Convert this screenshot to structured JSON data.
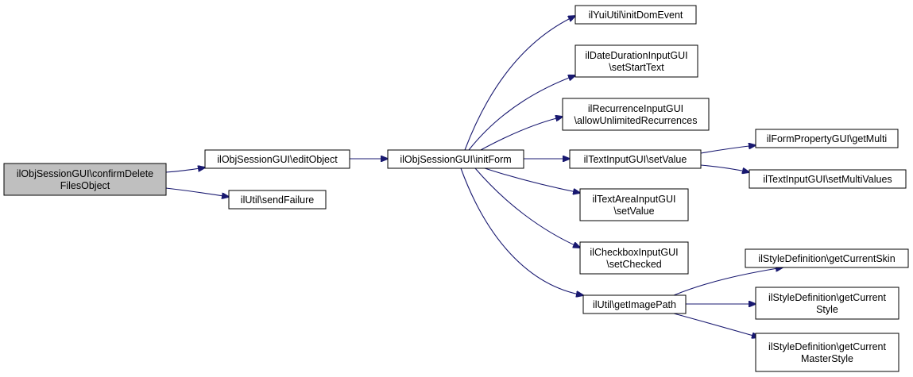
{
  "colors": {
    "edge": "#191970",
    "node_fill": "#ffffff",
    "root_fill": "#bfbfbf",
    "border": "#000000"
  },
  "nodes": [
    {
      "id": "n0",
      "lines": [
        "ilObjSessionGUI\\confirmDelete",
        "FilesObject"
      ],
      "root": true
    },
    {
      "id": "n1",
      "lines": [
        "ilObjSessionGUI\\editObject"
      ]
    },
    {
      "id": "n2",
      "lines": [
        "ilUtil\\sendFailure"
      ]
    },
    {
      "id": "n3",
      "lines": [
        "ilObjSessionGUI\\initForm"
      ]
    },
    {
      "id": "n4",
      "lines": [
        "ilYuiUtil\\initDomEvent"
      ]
    },
    {
      "id": "n5",
      "lines": [
        "ilDateDurationInputGUI",
        "\\setStartText"
      ]
    },
    {
      "id": "n6",
      "lines": [
        "ilRecurrenceInputGUI",
        "\\allowUnlimitedRecurrences"
      ]
    },
    {
      "id": "n7",
      "lines": [
        "ilTextInputGUI\\setValue"
      ]
    },
    {
      "id": "n8",
      "lines": [
        "ilTextAreaInputGUI",
        "\\setValue"
      ]
    },
    {
      "id": "n9",
      "lines": [
        "ilCheckboxInputGUI",
        "\\setChecked"
      ]
    },
    {
      "id": "n10",
      "lines": [
        "ilUtil\\getImagePath"
      ]
    },
    {
      "id": "n11",
      "lines": [
        "ilFormPropertyGUI\\getMulti"
      ]
    },
    {
      "id": "n12",
      "lines": [
        "ilTextInputGUI\\setMultiValues"
      ]
    },
    {
      "id": "n13",
      "lines": [
        "ilStyleDefinition\\getCurrentSkin"
      ]
    },
    {
      "id": "n14",
      "lines": [
        "ilStyleDefinition\\getCurrent",
        "Style"
      ]
    },
    {
      "id": "n15",
      "lines": [
        "ilStyleDefinition\\getCurrent",
        "MasterStyle"
      ]
    }
  ],
  "edges": [
    {
      "from": "n0",
      "to": "n1"
    },
    {
      "from": "n0",
      "to": "n2"
    },
    {
      "from": "n1",
      "to": "n3"
    },
    {
      "from": "n3",
      "to": "n4"
    },
    {
      "from": "n3",
      "to": "n5"
    },
    {
      "from": "n3",
      "to": "n6"
    },
    {
      "from": "n3",
      "to": "n7"
    },
    {
      "from": "n3",
      "to": "n8"
    },
    {
      "from": "n3",
      "to": "n9"
    },
    {
      "from": "n3",
      "to": "n10"
    },
    {
      "from": "n7",
      "to": "n11"
    },
    {
      "from": "n7",
      "to": "n12"
    },
    {
      "from": "n10",
      "to": "n13"
    },
    {
      "from": "n10",
      "to": "n14"
    },
    {
      "from": "n10",
      "to": "n15"
    }
  ]
}
